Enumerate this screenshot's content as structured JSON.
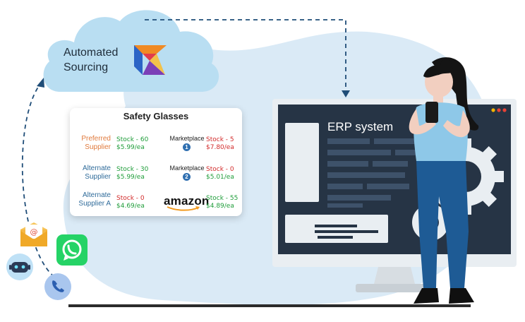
{
  "colors": {
    "blob": "#daeaf6",
    "monitor_dark": "#263445",
    "green": "#1f9d3a",
    "red": "#d22b2b",
    "orange": "#e07a3d",
    "blue_label": "#2f6b9a",
    "whatsapp": "#25d366"
  },
  "cloud": {
    "line1": "Automated",
    "line2": "Sourcing"
  },
  "card": {
    "title": "Safety Glasses",
    "rows": [
      {
        "label1": "Preferred",
        "label2": "Supplier",
        "stock": "Stock - 60",
        "price": "$5.99/ea"
      },
      {
        "label1": "Alternate",
        "label2": "Supplier",
        "stock": "Stock - 30",
        "price": "$5.99/ea"
      },
      {
        "label1": "Alternate",
        "label2": "Supplier A",
        "stock": "Stock - 0",
        "price": "$4.69/ea"
      }
    ],
    "marketplaces": [
      {
        "label": "Marketplace",
        "badge": "1",
        "stock": "Stock - 5",
        "price": "$7.80/ea"
      },
      {
        "label": "Marketplace",
        "badge": "2",
        "stock": "Stock - 0",
        "price": "$5.01/ea"
      },
      {
        "label": "amazon",
        "stock": "Stock - 55",
        "price": "$4.89/ea"
      }
    ]
  },
  "erp": {
    "title": "ERP system"
  },
  "icons": {
    "logo": "orbit-logo-icon",
    "email": "email-envelope-icon",
    "whatsapp": "whatsapp-icon",
    "bot": "chat-bot-icon",
    "phone": "phone-icon",
    "gear": "gear-icon"
  }
}
